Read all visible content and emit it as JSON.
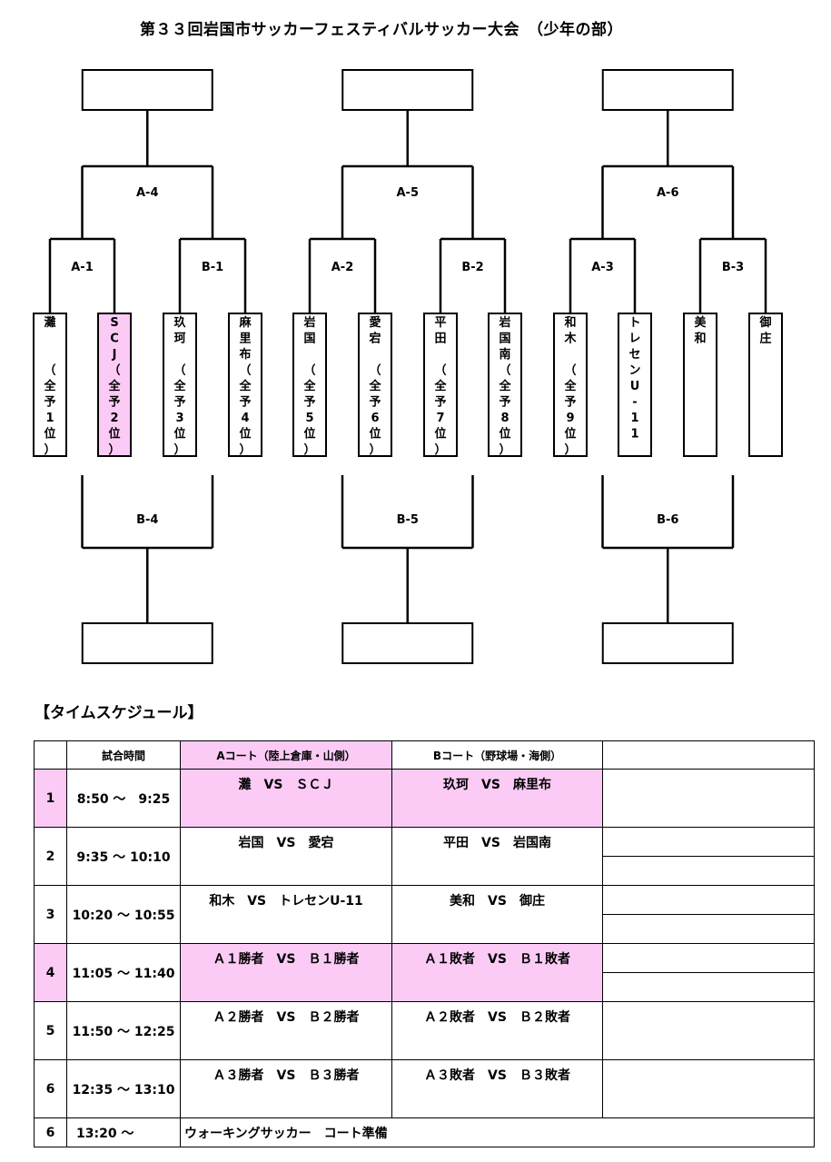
{
  "title": "第３３回岩国市サッカーフェスティバルサッカー大会　（少年の部）",
  "bracket": {
    "top_labels": [
      "A-4",
      "A-5",
      "A-6"
    ],
    "mid_labels": [
      "A-1",
      "B-1",
      "A-2",
      "B-2",
      "A-3",
      "B-3"
    ],
    "bottom_labels": [
      "B-4",
      "B-5",
      "B-6"
    ],
    "teams": [
      {
        "text": "灘\n\n\n（\n全\n予\n1\n位\n）",
        "highlight": false
      },
      {
        "text": "S\nC\nJ\n（\n全\n予\n2\n位\n）",
        "highlight": true
      },
      {
        "text": "玖\n珂\n\n（\n全\n予\n3\n位\n）",
        "highlight": false
      },
      {
        "text": "麻\n里\n布\n（\n全\n予\n4\n位\n）",
        "highlight": false
      },
      {
        "text": "岩\n国\n\n（\n全\n予\n5\n位\n）",
        "highlight": false
      },
      {
        "text": "愛\n宕\n\n（\n全\n予\n6\n位\n）",
        "highlight": false
      },
      {
        "text": "平\n田\n\n（\n全\n予\n7\n位\n）",
        "highlight": false
      },
      {
        "text": "岩\n国\n南\n（\n全\n予\n8\n位\n）",
        "highlight": false
      },
      {
        "text": "和\n木\n\n（\n全\n予\n9\n位\n）",
        "highlight": false
      },
      {
        "text": "ト\nレ\nセ\nン\nU\n-\n1\n1",
        "highlight": false
      },
      {
        "text": "美\n和",
        "highlight": false
      },
      {
        "text": "御\n庄",
        "highlight": false
      }
    ]
  },
  "schedule": {
    "title": "【タイムスケジュール】",
    "headers": [
      "",
      "試合時間",
      "Aコート（陸上倉庫・山側）",
      "Bコート（野球場・海側）",
      ""
    ],
    "rows": [
      {
        "no": "1",
        "time": "8:50 ～　9:25",
        "a": "灘　VS　ＳＣＪ",
        "b": "玖珂　VS　麻里布",
        "highlight": true
      },
      {
        "no": "2",
        "time": "9:35 ～ 10:10",
        "a": "岩国　VS　愛宕",
        "b": "平田　VS　岩国南",
        "highlight": false
      },
      {
        "no": "3",
        "time": "10:20 ～ 10:55",
        "a": "和木　VS　トレセンU-11",
        "b": "美和　VS　御庄",
        "highlight": false
      },
      {
        "no": "4",
        "time": "11:05 ～ 11:40",
        "a": "Ａ１勝者　VS　Ｂ１勝者",
        "b": "Ａ１敗者　VS　Ｂ１敗者",
        "highlight": true
      },
      {
        "no": "5",
        "time": "11:50 ～ 12:25",
        "a": "Ａ２勝者　VS　Ｂ２勝者",
        "b": "Ａ２敗者　VS　Ｂ２敗者",
        "highlight": false
      },
      {
        "no": "6",
        "time": "12:35 ～ 13:10",
        "a": "Ａ３勝者　VS　Ｂ３勝者",
        "b": "Ａ３敗者　VS　Ｂ３敗者",
        "highlight": false
      }
    ],
    "last_row": {
      "no": "6",
      "time": "13:20 ～",
      "text": "ウォーキングサッカー　コート準備"
    }
  },
  "colors": {
    "highlight": "#fbcbf6",
    "line": "#000000"
  }
}
